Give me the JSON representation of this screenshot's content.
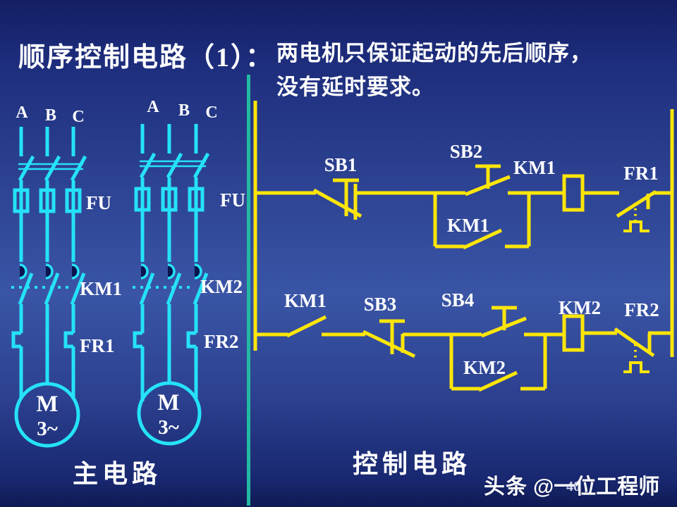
{
  "slide": {
    "title": "顺序控制电路（1）：",
    "subtitle_line1": "两电机只保证起动的先后顺序，",
    "subtitle_line2": "没有延时要求。",
    "page_number": "40"
  },
  "watermark": {
    "brand": "头条",
    "handle": "@一位工程师"
  },
  "main_circuit": {
    "caption": "主电路",
    "branch1": {
      "phase_a": "A",
      "phase_b": "B",
      "phase_c": "C",
      "fuse": "FU",
      "contactor": "KM1",
      "thermal": "FR1",
      "motor": "M",
      "motor_phase": "3~"
    },
    "branch2": {
      "phase_a": "A",
      "phase_b": "B",
      "phase_c": "C",
      "fuse": "FU",
      "contactor": "KM2",
      "thermal": "FR2",
      "motor": "M",
      "motor_phase": "3~"
    }
  },
  "control_circuit": {
    "caption": "控制电路",
    "rung1": {
      "stop_button": "SB1",
      "start_button": "SB2",
      "latch_contact": "KM1",
      "coil": "KM1",
      "thermal_contact": "FR1"
    },
    "rung2": {
      "interlock_contact": "KM1",
      "stop_button": "SB3",
      "start_button": "SB4",
      "latch_contact": "KM2",
      "coil": "KM2",
      "thermal_contact": "FR2"
    }
  },
  "colors": {
    "main_line": "#25e2f7",
    "control_line": "#ffe60a",
    "divider": "#23b9a2",
    "text": "#ffffff"
  }
}
